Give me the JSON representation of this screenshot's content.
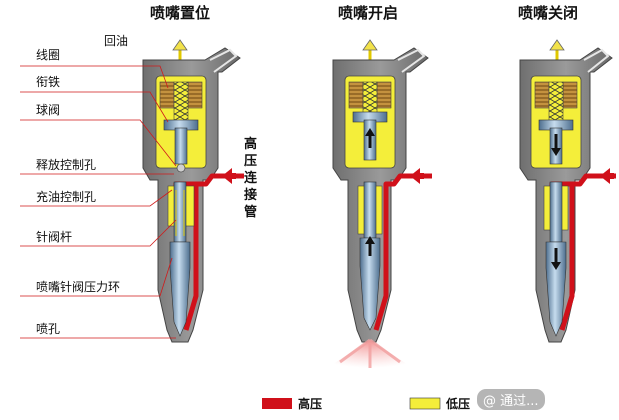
{
  "titles": {
    "left": "喷嘴置位",
    "middle": "喷嘴开启",
    "right": "喷嘴关闭"
  },
  "labels": {
    "return_oil": "回油",
    "coil": "线圈",
    "armature": "衔铁",
    "ball_valve": "球阀",
    "release_orifice": "释放控制孔",
    "fill_orifice": "充油控制孔",
    "needle_rod": "针阀杆",
    "pressure_ring": "喷嘴针阀压力环",
    "nozzle_hole": "喷孔"
  },
  "hp_connection": "高压连接管",
  "legend": {
    "high_pressure": "高压",
    "low_pressure": "低压"
  },
  "watermark": "@ 通过..."
}
